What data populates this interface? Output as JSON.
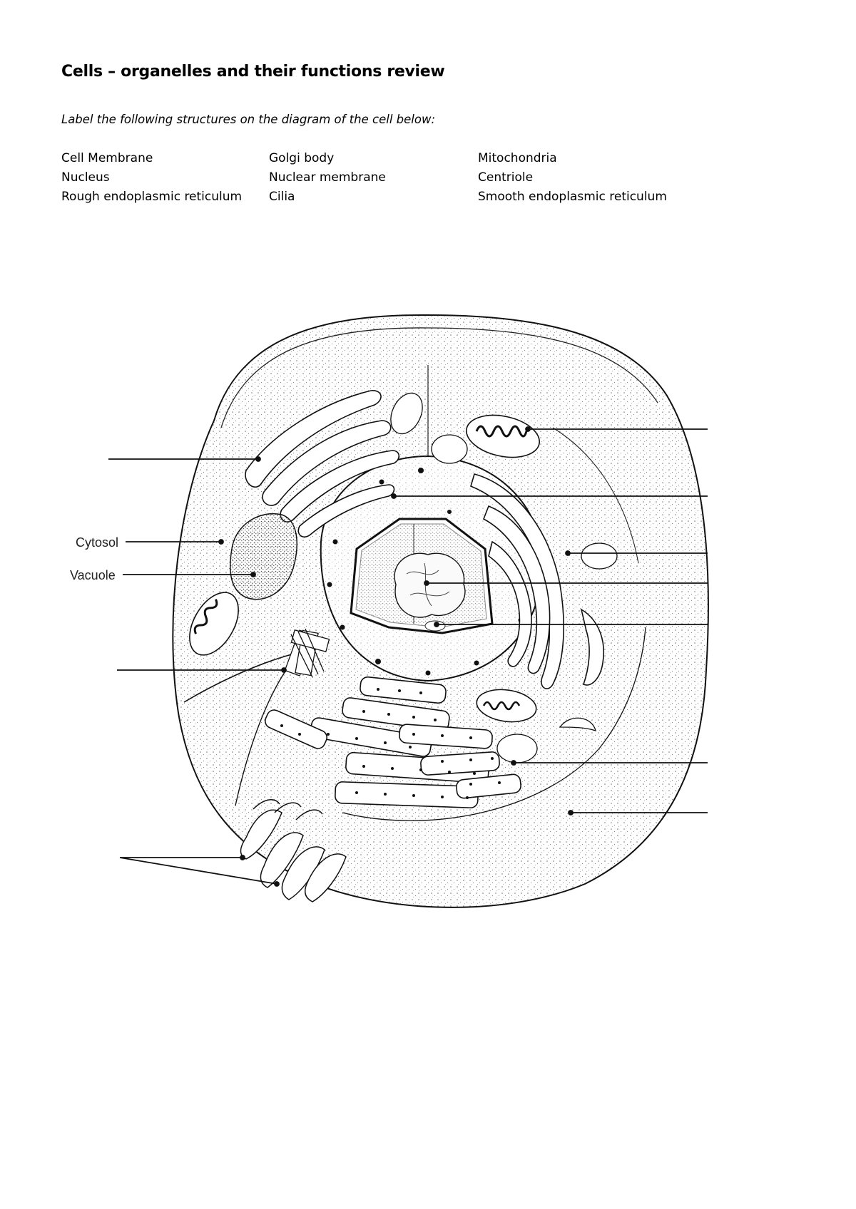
{
  "worksheet": {
    "title": "Cells – organelles and their functions review",
    "instruction": "Label the following structures on the diagram of the cell below:",
    "terms": [
      "Cell Membrane",
      "Golgi body",
      "Mitochondria",
      "Nucleus",
      "Nuclear membrane",
      "Centriole",
      "Rough endoplasmic reticulum",
      "Cilia",
      "Smooth endoplasmic reticulum"
    ]
  },
  "diagram": {
    "given_labels": {
      "cytosol": "Cytosol",
      "vacuole": "Vacuole"
    },
    "colors": {
      "ink": "#111111",
      "stipple": "#777777"
    }
  }
}
